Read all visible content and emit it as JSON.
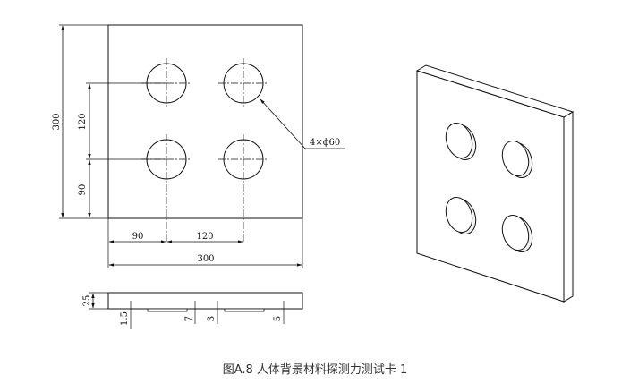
{
  "front_view": {
    "height_dim": "300",
    "spacing_vertical": "120",
    "offset_vertical": "90",
    "offset_horizontal": "90",
    "spacing_horizontal": "120",
    "width_dim": "300",
    "hole_callout": "4×ϕ60"
  },
  "side_view": {
    "thickness": "25",
    "recess_left": "1.5",
    "dim_7": "7",
    "dim_3": "3",
    "dim_5": "5"
  },
  "caption": "图A.8   人体背景材料探测力测试卡 1"
}
